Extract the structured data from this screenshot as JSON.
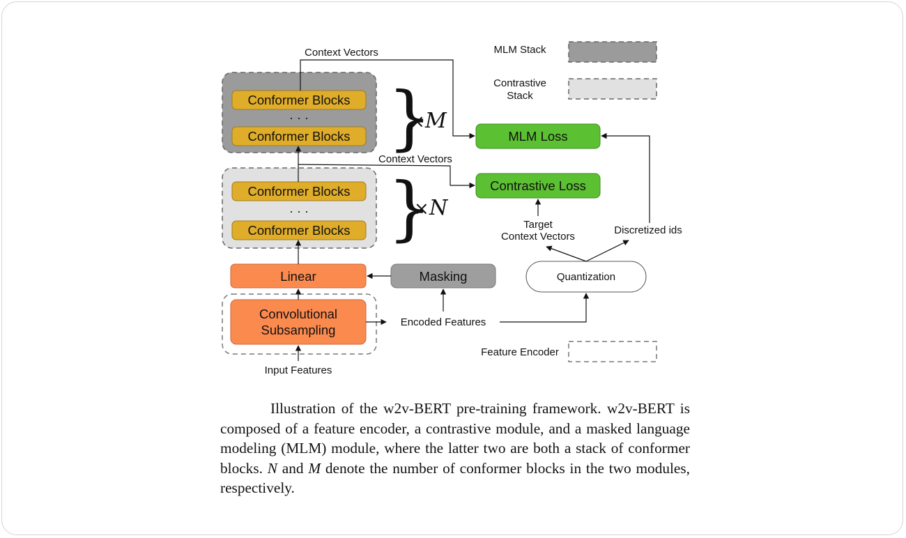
{
  "diagram": {
    "labels": {
      "context_vectors_top": "Context Vectors",
      "context_vectors_mid": "Context Vectors",
      "input_features": "Input Features",
      "encoded_features": "Encoded Features",
      "target_context_line1": "Target",
      "target_context_line2": "Context Vectors",
      "discretized_ids": "Discretized ids"
    },
    "mlm_stack": {
      "block_top": "Conformer Blocks",
      "block_bottom": "Conformer Blocks",
      "dots": "· · ·",
      "multiplier_times": "×",
      "multiplier_var": "M"
    },
    "contrastive_stack": {
      "block_top": "Conformer Blocks",
      "block_bottom": "Conformer Blocks",
      "dots": "· · ·",
      "multiplier_times": "×",
      "multiplier_var": "N"
    },
    "nodes": {
      "linear": "Linear",
      "masking": "Masking",
      "conv_line1": "Convolutional",
      "conv_line2": "Subsampling",
      "quantization": "Quantization",
      "mlm_loss": "MLM Loss",
      "contrastive_loss": "Contrastive Loss"
    },
    "legend": {
      "mlm_stack": "MLM Stack",
      "contrastive_line1": "Contrastive",
      "contrastive_line2": "Stack",
      "feature_encoder": "Feature Encoder"
    },
    "colors": {
      "conformer": "#e0ad2a",
      "loss": "#5cc033",
      "orange": "#fb8a4f",
      "masking": "#9e9e9e",
      "mlm_stack_fill": "#9b9b9b",
      "contrastive_stack_fill": "#e1e1e1"
    }
  },
  "caption": {
    "p1": "Illustration of the w2v-BERT pre-training framework. w2v-BERT is composed of a feature encoder, a contrastive module, and a masked language modeling (MLM) module, where the latter two are both a stack of conformer blocks. ",
    "var_n": "N",
    "p2": " and ",
    "var_m": "M",
    "p3": " denote the number of conformer blocks in the two modules, respectively."
  }
}
